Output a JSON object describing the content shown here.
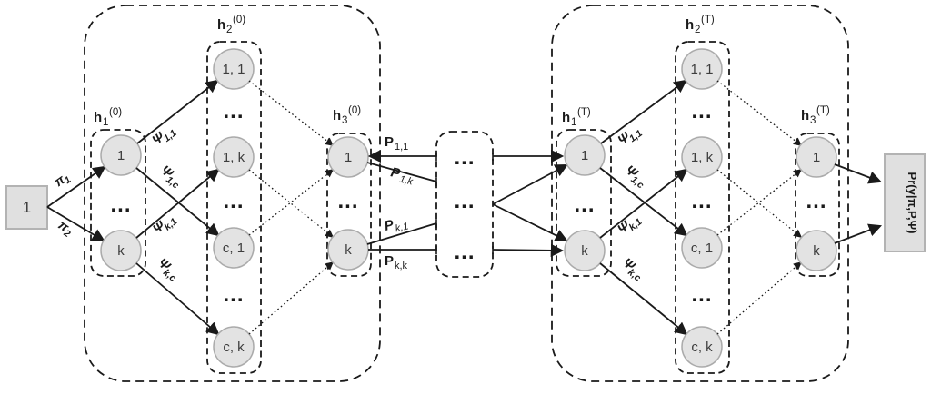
{
  "colors": {
    "line": "#1a1a1a",
    "node-fill": "#e3e3e3",
    "node-stroke": "#ababab",
    "box-fill": "#e0e0e0",
    "box-stroke": "#b3b3b3",
    "text": "#1a1a1a",
    "node-text": "#3d3d3d",
    "bg": "#ffffff"
  },
  "ellipsis": "...",
  "input": {
    "label": "1"
  },
  "output": {
    "label": "Pr(y|π,P,Ψ)"
  },
  "pi": {
    "pi1": {
      "base": "π",
      "sub": "1"
    },
    "pi2": {
      "base": "π",
      "sub": "2"
    }
  },
  "p": {
    "p11": {
      "base": "P",
      "sub": "1,1"
    },
    "p1k": {
      "base": "P",
      "sub": "1,k"
    },
    "pk1": {
      "base": "P",
      "sub": "k,1"
    },
    "pkk": {
      "base": "P",
      "sub": "k,k"
    }
  },
  "t0": {
    "h1": {
      "base": "h",
      "sub": "1",
      "sup": "(0)"
    },
    "h2": {
      "base": "h",
      "sub": "2",
      "sup": "(0)"
    },
    "h3": {
      "base": "h",
      "sub": "3",
      "sup": "(0)"
    },
    "h1_nodes": {
      "n1": "1",
      "nk": "k"
    },
    "h2_nodes": {
      "n11": "1, 1",
      "n1k": "1, k",
      "nc1": "c, 1",
      "nck": "c, k"
    },
    "h3_nodes": {
      "n1": "1",
      "nk": "k"
    },
    "psi": {
      "p11": {
        "base": "Ψ",
        "sub": "1,1"
      },
      "p1c": {
        "base": "Ψ",
        "sub": "1,c"
      },
      "pk1": {
        "base": "Ψ",
        "sub": "k,1"
      },
      "pkc": {
        "base": "Ψ",
        "sub": "k,c"
      }
    }
  },
  "tT": {
    "h1": {
      "base": "h",
      "sub": "1",
      "sup": "(T)"
    },
    "h2": {
      "base": "h",
      "sub": "2",
      "sup": "(T)"
    },
    "h3": {
      "base": "h",
      "sub": "3",
      "sup": "(T)"
    },
    "h1_nodes": {
      "n1": "1",
      "nk": "k"
    },
    "h2_nodes": {
      "n11": "1, 1",
      "n1k": "1, k",
      "nc1": "c, 1",
      "nck": "c, k"
    },
    "h3_nodes": {
      "n1": "1",
      "nk": "k"
    },
    "psi": {
      "p11": {
        "base": "Ψ",
        "sub": "1,1"
      },
      "p1c": {
        "base": "Ψ",
        "sub": "1,c"
      },
      "pk1": {
        "base": "Ψ",
        "sub": "k,1"
      },
      "pkc": {
        "base": "Ψ",
        "sub": "k,c"
      }
    }
  }
}
